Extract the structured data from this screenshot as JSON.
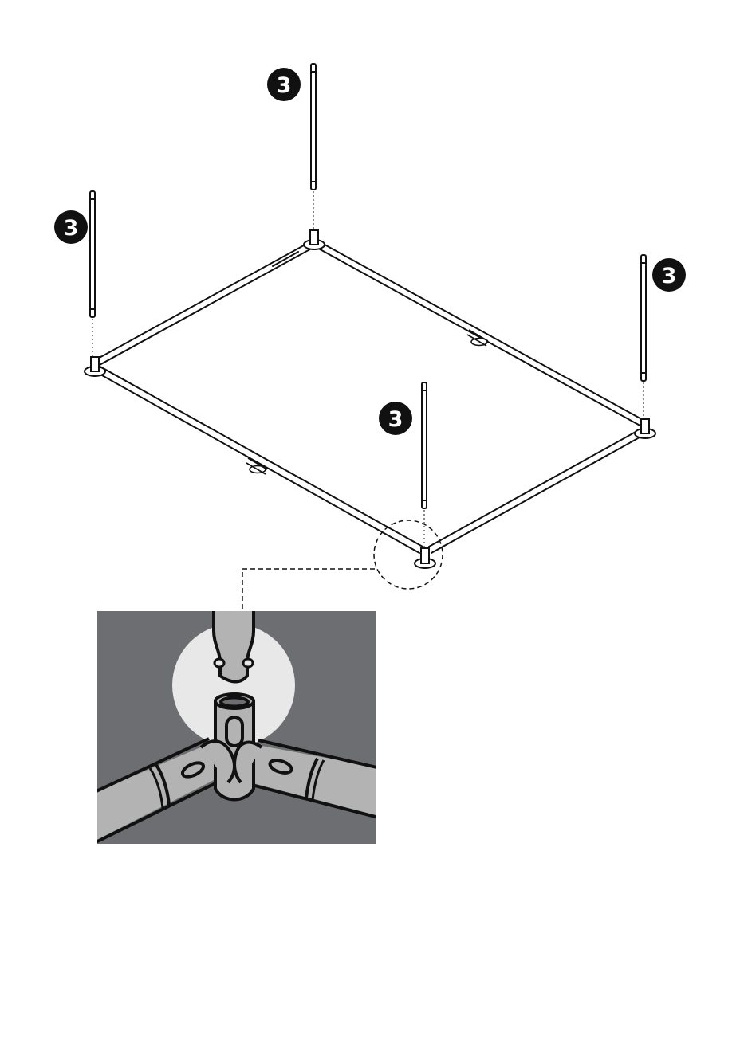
{
  "diagram": {
    "step_badges": [
      {
        "label": "3"
      },
      {
        "label": "3"
      },
      {
        "label": "3"
      },
      {
        "label": "3"
      }
    ],
    "colors": {
      "line": "#111111",
      "detail_background": "#6d6e72",
      "detail_highlight": "#e8e8e8",
      "tube_fill": "#b3b3b3"
    }
  }
}
